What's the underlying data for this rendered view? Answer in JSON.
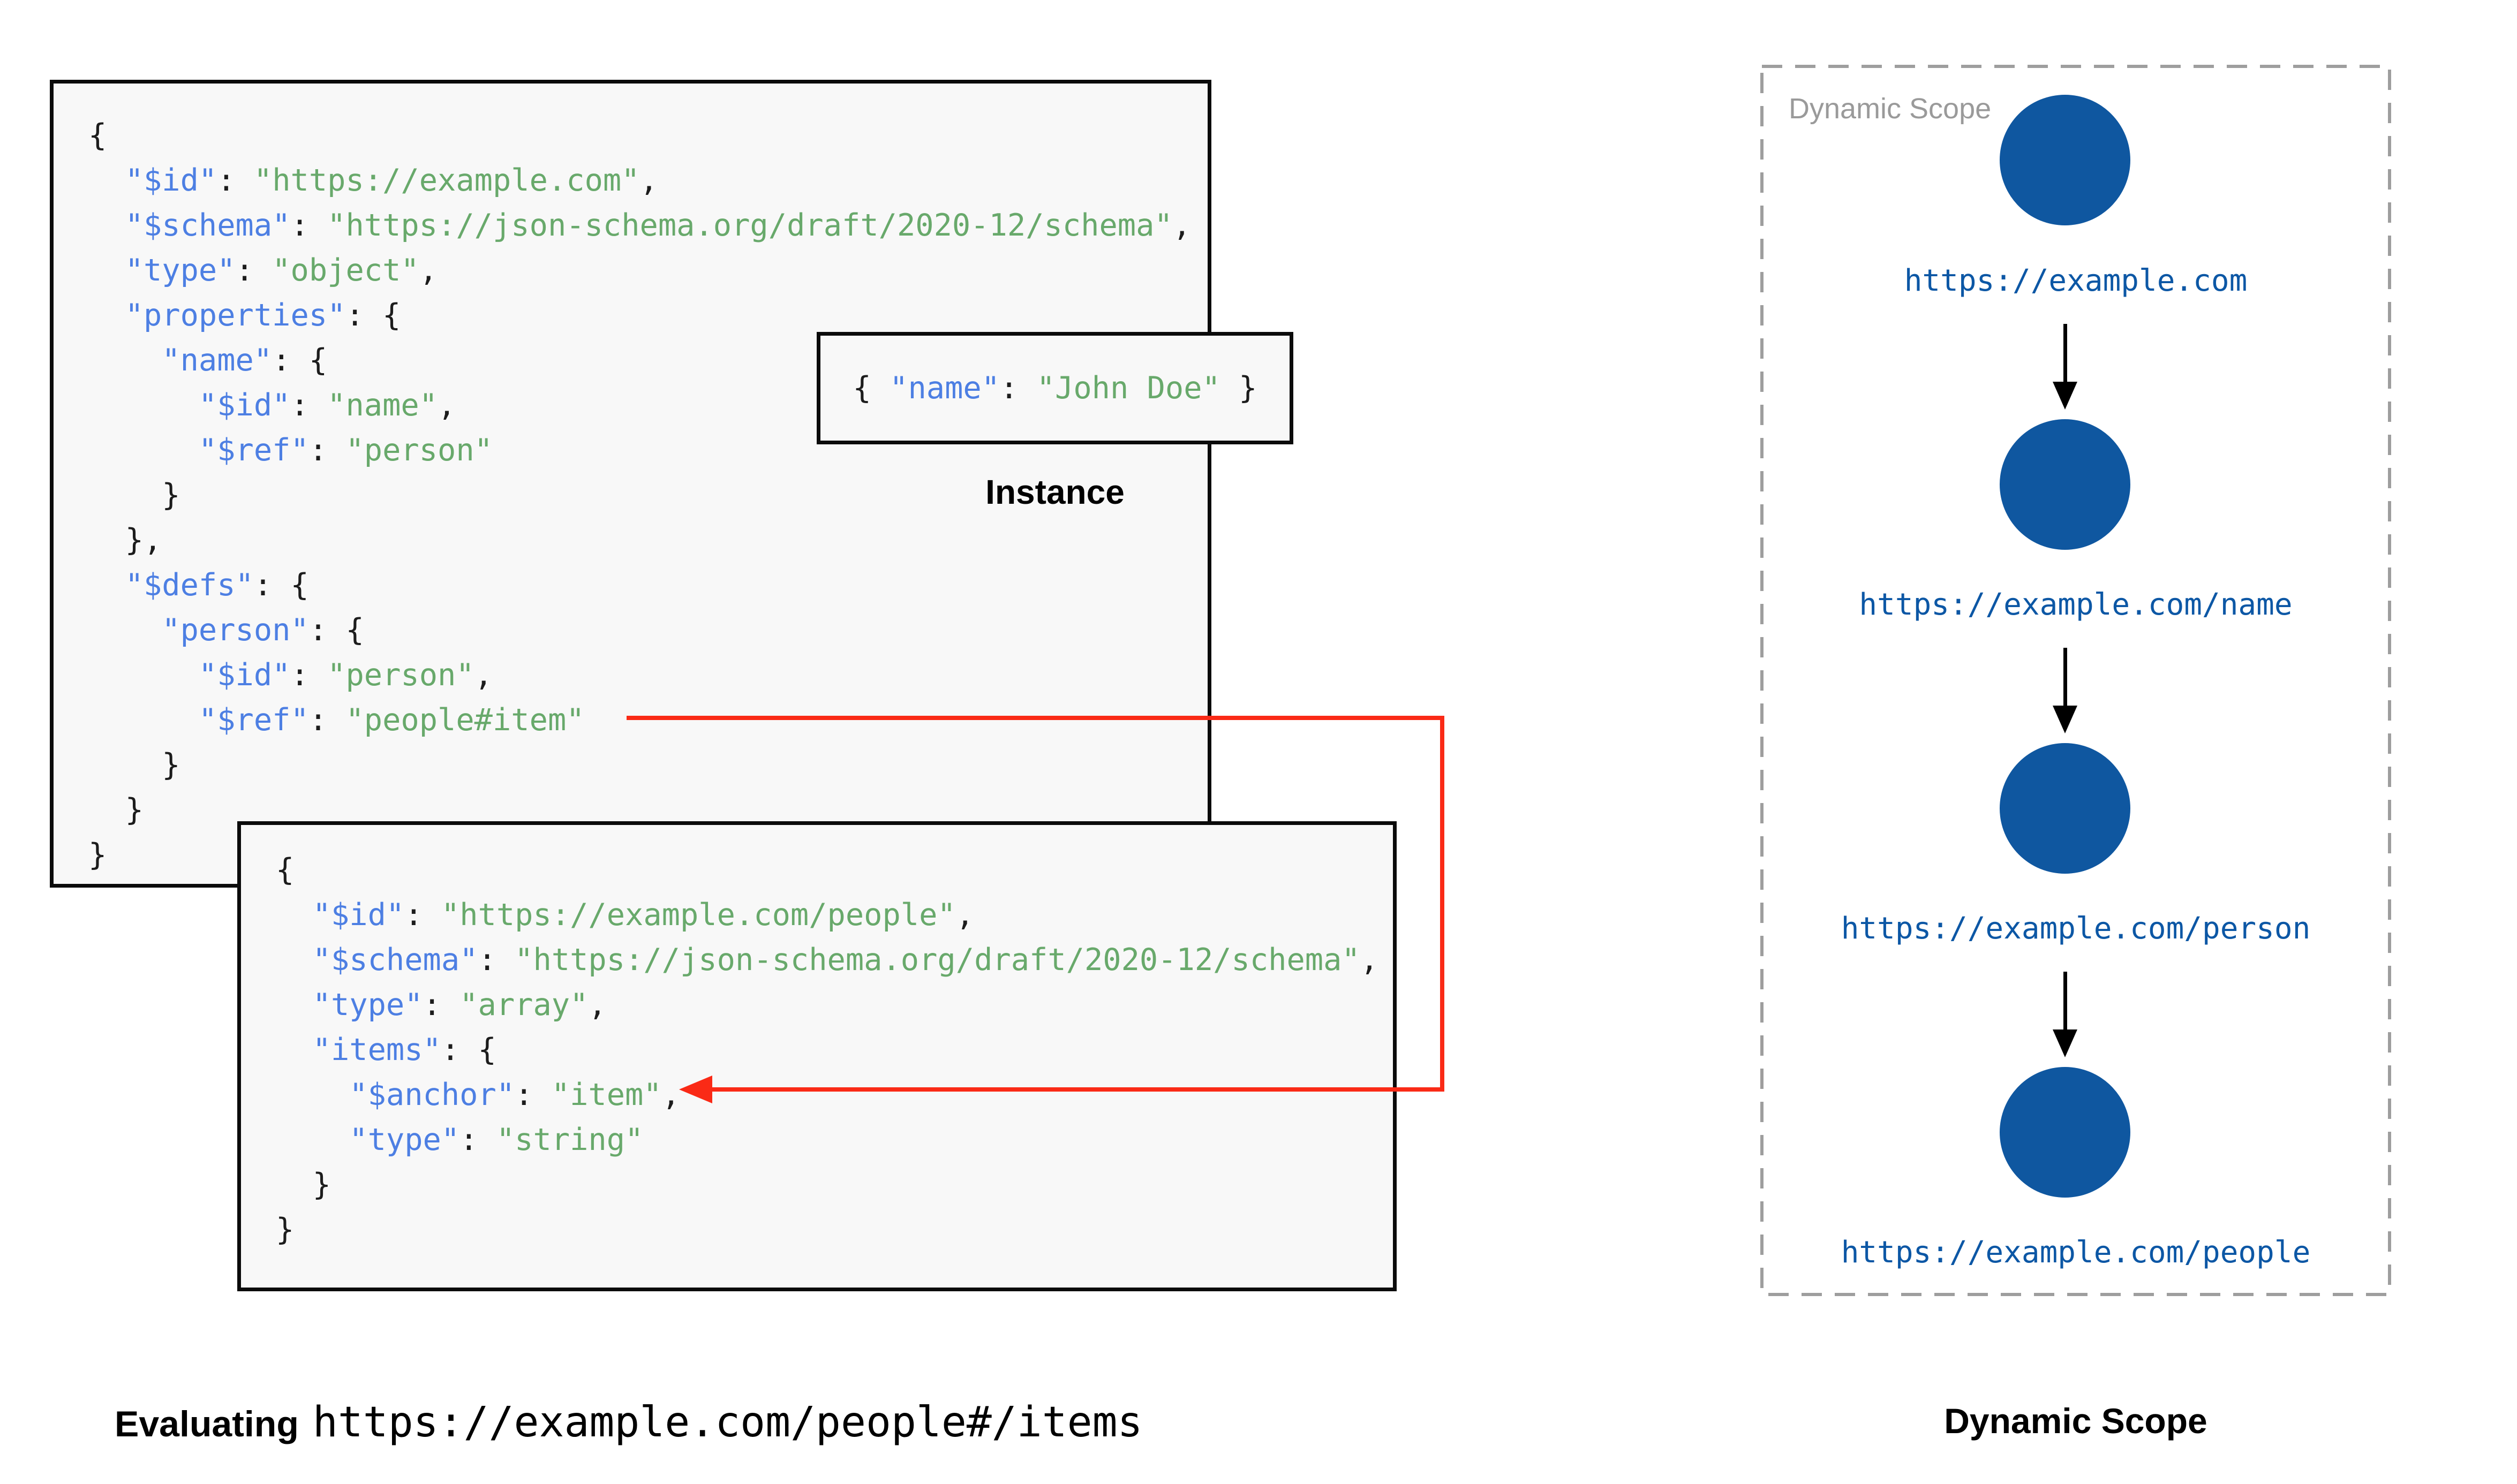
{
  "colors": {
    "block_bg": "#f8f8f8",
    "block_border": "#0b0b0b",
    "json_key": "#4d7fe3",
    "json_string": "#68a96b",
    "json_punct": "#1c1c1c",
    "reference_arrow": "#fa2a16",
    "node_fill": "#0f57a0",
    "node_url": "#0c57a5",
    "scope_box_border": "#9e9e9e",
    "scope_watermark": "#9a9a9a"
  },
  "schema_root": {
    "lines": [
      [
        [
          "p",
          "{"
        ]
      ],
      [
        [
          "p",
          "  "
        ],
        [
          "k",
          "\"$id\""
        ],
        [
          "p",
          ": "
        ],
        [
          "s",
          "\"https://example.com\""
        ],
        [
          "p",
          ","
        ]
      ],
      [
        [
          "p",
          "  "
        ],
        [
          "k",
          "\"$schema\""
        ],
        [
          "p",
          ": "
        ],
        [
          "s",
          "\"https://json-schema.org/draft/2020-12/schema\""
        ],
        [
          "p",
          ","
        ]
      ],
      [
        [
          "p",
          "  "
        ],
        [
          "k",
          "\"type\""
        ],
        [
          "p",
          ": "
        ],
        [
          "s",
          "\"object\""
        ],
        [
          "p",
          ","
        ]
      ],
      [
        [
          "p",
          "  "
        ],
        [
          "k",
          "\"properties\""
        ],
        [
          "p",
          ": {"
        ]
      ],
      [
        [
          "p",
          "    "
        ],
        [
          "k",
          "\"name\""
        ],
        [
          "p",
          ": {"
        ]
      ],
      [
        [
          "p",
          "      "
        ],
        [
          "k",
          "\"$id\""
        ],
        [
          "p",
          ": "
        ],
        [
          "s",
          "\"name\""
        ],
        [
          "p",
          ","
        ]
      ],
      [
        [
          "p",
          "      "
        ],
        [
          "k",
          "\"$ref\""
        ],
        [
          "p",
          ": "
        ],
        [
          "s",
          "\"person\""
        ]
      ],
      [
        [
          "p",
          "    }"
        ]
      ],
      [
        [
          "p",
          "  },"
        ]
      ],
      [
        [
          "p",
          "  "
        ],
        [
          "k",
          "\"$defs\""
        ],
        [
          "p",
          ": {"
        ]
      ],
      [
        [
          "p",
          "    "
        ],
        [
          "k",
          "\"person\""
        ],
        [
          "p",
          ": {"
        ]
      ],
      [
        [
          "p",
          "      "
        ],
        [
          "k",
          "\"$id\""
        ],
        [
          "p",
          ": "
        ],
        [
          "s",
          "\"person\""
        ],
        [
          "p",
          ","
        ]
      ],
      [
        [
          "p",
          "      "
        ],
        [
          "k",
          "\"$ref\""
        ],
        [
          "p",
          ": "
        ],
        [
          "s",
          "\"people#item\""
        ]
      ],
      [
        [
          "p",
          "    }"
        ]
      ],
      [
        [
          "p",
          "  }"
        ]
      ],
      [
        [
          "p",
          "}"
        ]
      ]
    ]
  },
  "instance": {
    "label": "Instance",
    "lines": [
      [
        [
          "p",
          "{ "
        ],
        [
          "k",
          "\"name\""
        ],
        [
          "p",
          ": "
        ],
        [
          "s",
          "\"John Doe\""
        ],
        [
          "p",
          " }"
        ]
      ]
    ]
  },
  "schema_people": {
    "lines": [
      [
        [
          "p",
          "{"
        ]
      ],
      [
        [
          "p",
          "  "
        ],
        [
          "k",
          "\"$id\""
        ],
        [
          "p",
          ": "
        ],
        [
          "s",
          "\"https://example.com/people\""
        ],
        [
          "p",
          ","
        ]
      ],
      [
        [
          "p",
          "  "
        ],
        [
          "k",
          "\"$schema\""
        ],
        [
          "p",
          ": "
        ],
        [
          "s",
          "\"https://json-schema.org/draft/2020-12/schema\""
        ],
        [
          "p",
          ","
        ]
      ],
      [
        [
          "p",
          "  "
        ],
        [
          "k",
          "\"type\""
        ],
        [
          "p",
          ": "
        ],
        [
          "s",
          "\"array\""
        ],
        [
          "p",
          ","
        ]
      ],
      [
        [
          "p",
          "  "
        ],
        [
          "k",
          "\"items\""
        ],
        [
          "p",
          ": {"
        ]
      ],
      [
        [
          "p",
          "    "
        ],
        [
          "k",
          "\"$anchor\""
        ],
        [
          "p",
          ": "
        ],
        [
          "s",
          "\"item\""
        ],
        [
          "p",
          ","
        ]
      ],
      [
        [
          "p",
          "    "
        ],
        [
          "k",
          "\"type\""
        ],
        [
          "p",
          ": "
        ],
        [
          "s",
          "\"string\""
        ]
      ],
      [
        [
          "p",
          "  }"
        ]
      ],
      [
        [
          "p",
          "}"
        ]
      ]
    ]
  },
  "footer": {
    "prefix": "Evaluating",
    "uri": "https://example.com/people#/items"
  },
  "dynamic_scope": {
    "watermark": "Dynamic Scope",
    "title": "Dynamic Scope",
    "nodes": [
      {
        "url": "https://example.com"
      },
      {
        "url": "https://example.com/name"
      },
      {
        "url": "https://example.com/person"
      },
      {
        "url": "https://example.com/people"
      }
    ]
  }
}
